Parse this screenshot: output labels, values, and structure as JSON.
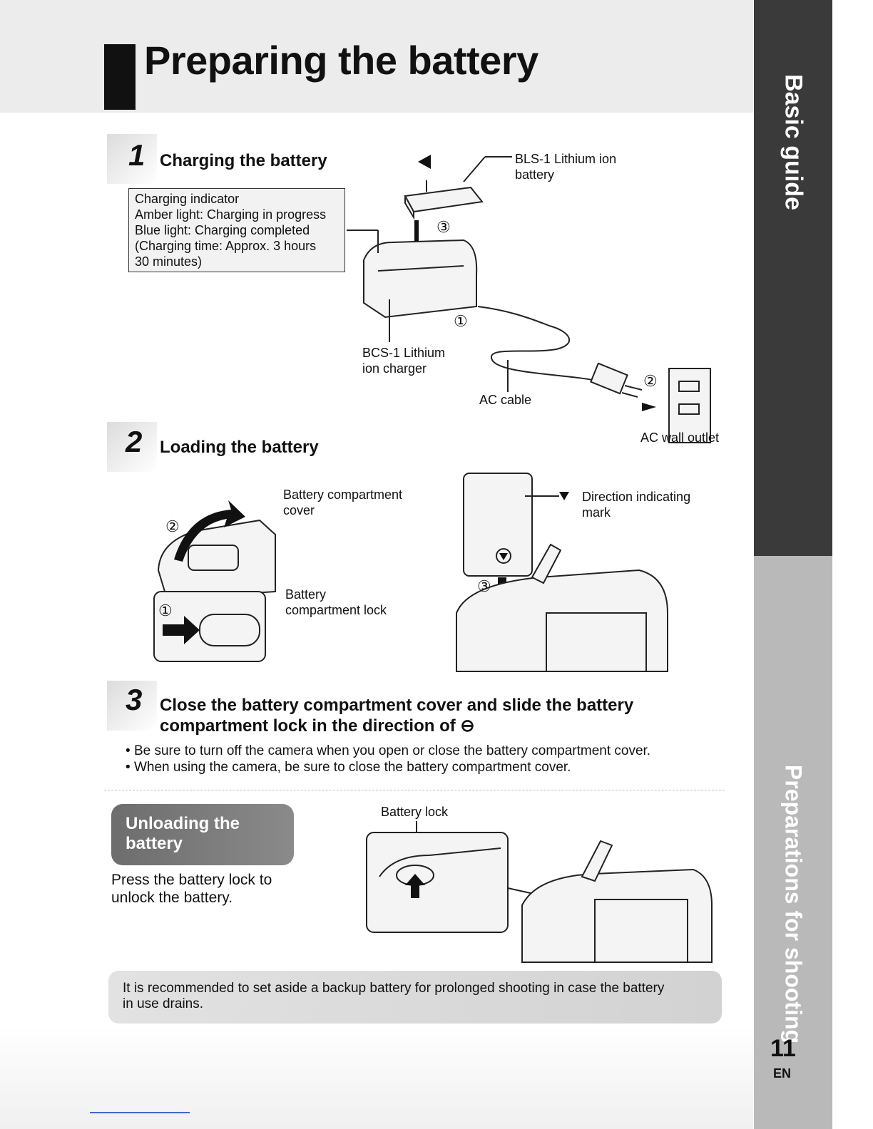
{
  "page": {
    "title": "Preparing the battery",
    "side_tabs": [
      "Basic guide",
      "Preparations for shooting"
    ],
    "page_number": "11",
    "language": "EN"
  },
  "step1": {
    "number": "1",
    "title": "Charging the battery",
    "indicator_box": [
      "Charging indicator",
      "Amber light: Charging in progress",
      "Blue light: Charging completed",
      "(Charging time: Approx. 3 hours",
      "30 minutes)"
    ],
    "labels": {
      "battery": [
        "BLS-1 Lithium ion",
        "battery"
      ],
      "charger": [
        "BCS-1 Lithium",
        "ion charger"
      ],
      "cable": "AC cable",
      "outlet": "AC wall outlet"
    },
    "markers": [
      "①",
      "②",
      "③"
    ]
  },
  "step2": {
    "number": "2",
    "title": "Loading the battery",
    "labels": {
      "cover": [
        "Battery compartment",
        "cover"
      ],
      "lock": [
        "Battery",
        "compartment lock"
      ],
      "mark": [
        "Direction indicating",
        "mark"
      ]
    }
  },
  "step3": {
    "number": "3",
    "title_line1": "Close the battery compartment cover and slide the battery",
    "title_line2": "compartment lock in the direction of ⊖",
    "bullets": [
      "Be sure to turn off the camera when you open or close the battery compartment cover.",
      "When using the camera, be sure to close the battery compartment cover."
    ]
  },
  "unloading": {
    "badge": [
      "Unloading the",
      "battery"
    ],
    "text": [
      "Press the battery lock to",
      "unlock the battery."
    ],
    "label": "Battery lock"
  },
  "tip": {
    "line1": "It is recommended to set aside a backup battery for prolonged shooting in case the battery",
    "line2": "in use drains."
  }
}
